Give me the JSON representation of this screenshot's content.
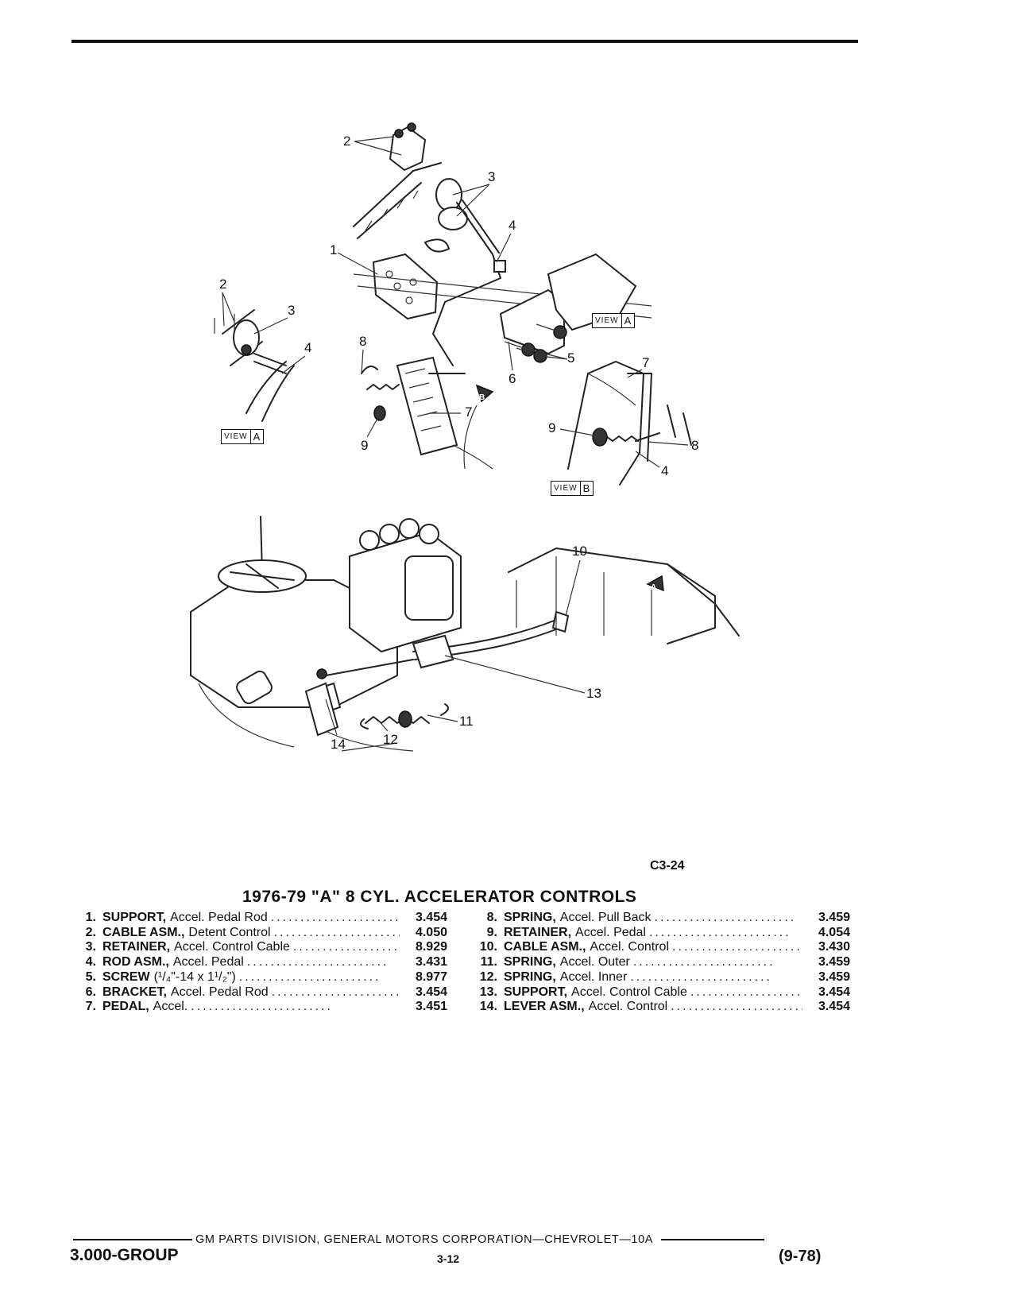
{
  "figure": {
    "callouts": [
      "1",
      "2",
      "3",
      "4",
      "5",
      "6",
      "7",
      "8",
      "9",
      "10",
      "11",
      "12",
      "13",
      "14"
    ],
    "view_labels": {
      "view_word": "VIEW",
      "a": "A",
      "b": "B"
    },
    "code": "C3-24"
  },
  "title": "1976-79 \"A\" 8 CYL. ACCELERATOR CONTROLS",
  "parts_left": [
    {
      "num": "1.",
      "name": "SUPPORT,",
      "desc": "Accel. Pedal Rod",
      "ref": "3.454"
    },
    {
      "num": "2.",
      "name": "CABLE ASM.,",
      "desc": "Detent Control",
      "ref": "4.050"
    },
    {
      "num": "3.",
      "name": "RETAINER,",
      "desc": "Accel. Control Cable",
      "ref": "8.929"
    },
    {
      "num": "4.",
      "name": "ROD ASM.,",
      "desc": "Accel. Pedal",
      "ref": "3.431"
    },
    {
      "num": "5.",
      "name": "SCREW",
      "desc": "(¹/₄\"-14 x 1¹/₂\")",
      "ref": "8.977"
    },
    {
      "num": "6.",
      "name": "BRACKET,",
      "desc": "Accel. Pedal Rod",
      "ref": "3.454"
    },
    {
      "num": "7.",
      "name": "PEDAL,",
      "desc": "Accel.",
      "ref": "3.451"
    }
  ],
  "parts_right": [
    {
      "num": "8.",
      "name": "SPRING,",
      "desc": "Accel. Pull Back",
      "ref": "3.459"
    },
    {
      "num": "9.",
      "name": "RETAINER,",
      "desc": "Accel. Pedal",
      "ref": "4.054"
    },
    {
      "num": "10.",
      "name": "CABLE ASM.,",
      "desc": "Accel. Control",
      "ref": "3.430"
    },
    {
      "num": "11.",
      "name": "SPRING,",
      "desc": "Accel. Outer",
      "ref": "3.459"
    },
    {
      "num": "12.",
      "name": "SPRING,",
      "desc": "Accel. Inner",
      "ref": "3.459"
    },
    {
      "num": "13.",
      "name": "SUPPORT,",
      "desc": "Accel. Control Cable",
      "ref": "3.454"
    },
    {
      "num": "14.",
      "name": "LEVER ASM.,",
      "desc": "Accel. Control",
      "ref": "3.454"
    }
  ],
  "footer": {
    "publisher": "GM PARTS DIVISION, GENERAL MOTORS CORPORATION—CHEVROLET—10A",
    "group": "3.000-GROUP",
    "page": "3-12",
    "date": "(9-78)"
  }
}
